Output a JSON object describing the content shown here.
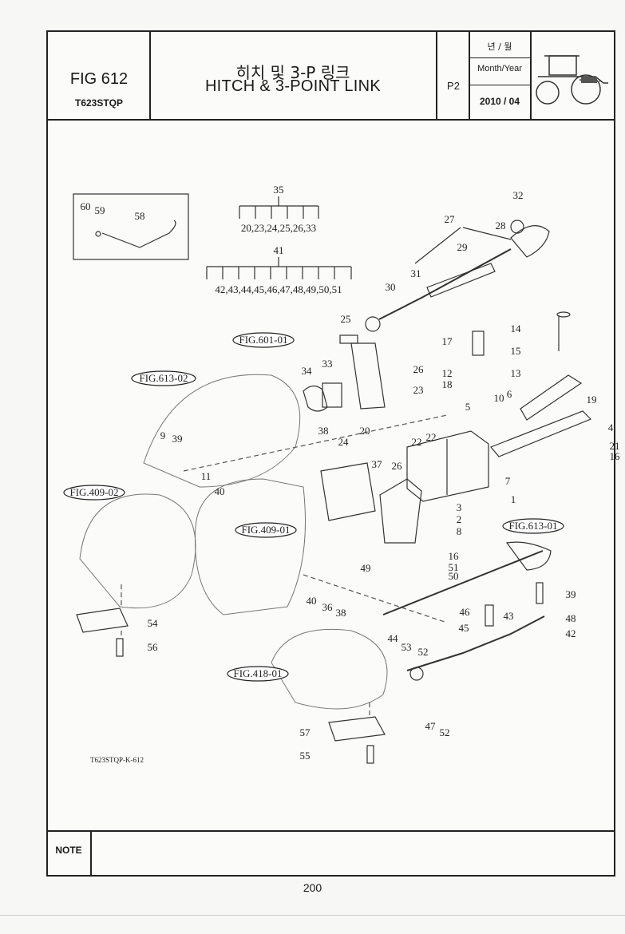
{
  "header": {
    "fig": "FIG 612",
    "model": "T623STQP",
    "title_ko": "히치 및 3-P 링크",
    "title_en": "HITCH & 3-POINT LINK",
    "page_code": "P2",
    "date_label_ko": "년 / 월",
    "date_label_en": "Month/Year",
    "date_value": "2010 / 04"
  },
  "note_label": "NOTE",
  "drawing_code": "T623STQP-K-612",
  "page_number": "200",
  "groups": {
    "g35": {
      "head": "35",
      "members": "20,23,24,25,26,33"
    },
    "g41": {
      "head": "41",
      "members": "42,43,44,45,46,47,48,49,50,51"
    }
  },
  "fig_refs": [
    "FIG.601-01",
    "FIG.613-02",
    "FIG.409-02",
    "FIG.409-01",
    "FIG.613-01",
    "FIG.418-01"
  ],
  "parts": [
    "60",
    "59",
    "58",
    "32",
    "27",
    "28",
    "29",
    "31",
    "30",
    "25",
    "34",
    "33",
    "26",
    "23",
    "17",
    "14",
    "15",
    "13",
    "12",
    "18",
    "19",
    "10",
    "6",
    "5",
    "4",
    "9",
    "39",
    "38",
    "24",
    "20",
    "22",
    "22",
    "21",
    "16",
    "11",
    "40",
    "37",
    "26",
    "7",
    "1",
    "3",
    "2",
    "8",
    "16",
    "51",
    "50",
    "49",
    "40",
    "36",
    "38",
    "39",
    "46",
    "43",
    "48",
    "45",
    "44",
    "53",
    "52",
    "42",
    "47",
    "52",
    "54",
    "56",
    "57",
    "55",
    "57"
  ]
}
